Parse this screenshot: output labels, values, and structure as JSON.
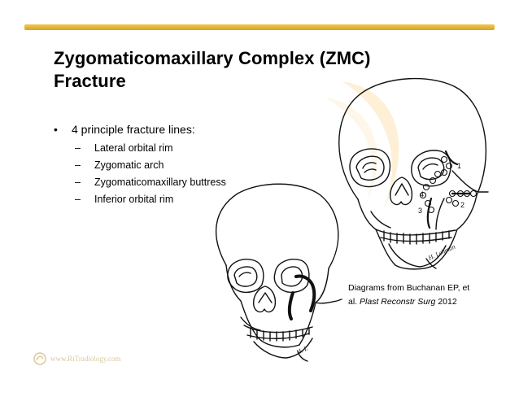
{
  "colors": {
    "accent_bar": "#e6b532",
    "accent_dark": "#c9951d",
    "watermark": "#fdf1dc"
  },
  "slide": {
    "title_line1": "Zygomaticomaxillary Complex  (ZMC)",
    "title_line2": "Fracture",
    "bullet": "4 principle fracture lines:",
    "sub_items": [
      {
        "label": "Lateral orbital rim"
      },
      {
        "label": "Zygomatic arch"
      },
      {
        "label": "Zygomaticomaxillary buttress"
      },
      {
        "label": "Inferior orbital rim"
      }
    ],
    "caption_line1": "Diagrams from Buchanan EP, et",
    "caption_prefix": "al. ",
    "caption_journal": "Plast Reconstr Surg",
    "caption_year": " 2012",
    "logo_text": "www.RiTradiology.com",
    "diagram_labels": [
      "1",
      "2",
      "3",
      "4"
    ],
    "icons": {
      "logo": "radiology-logo-icon",
      "watermark": "watermark-logo-icon"
    }
  }
}
